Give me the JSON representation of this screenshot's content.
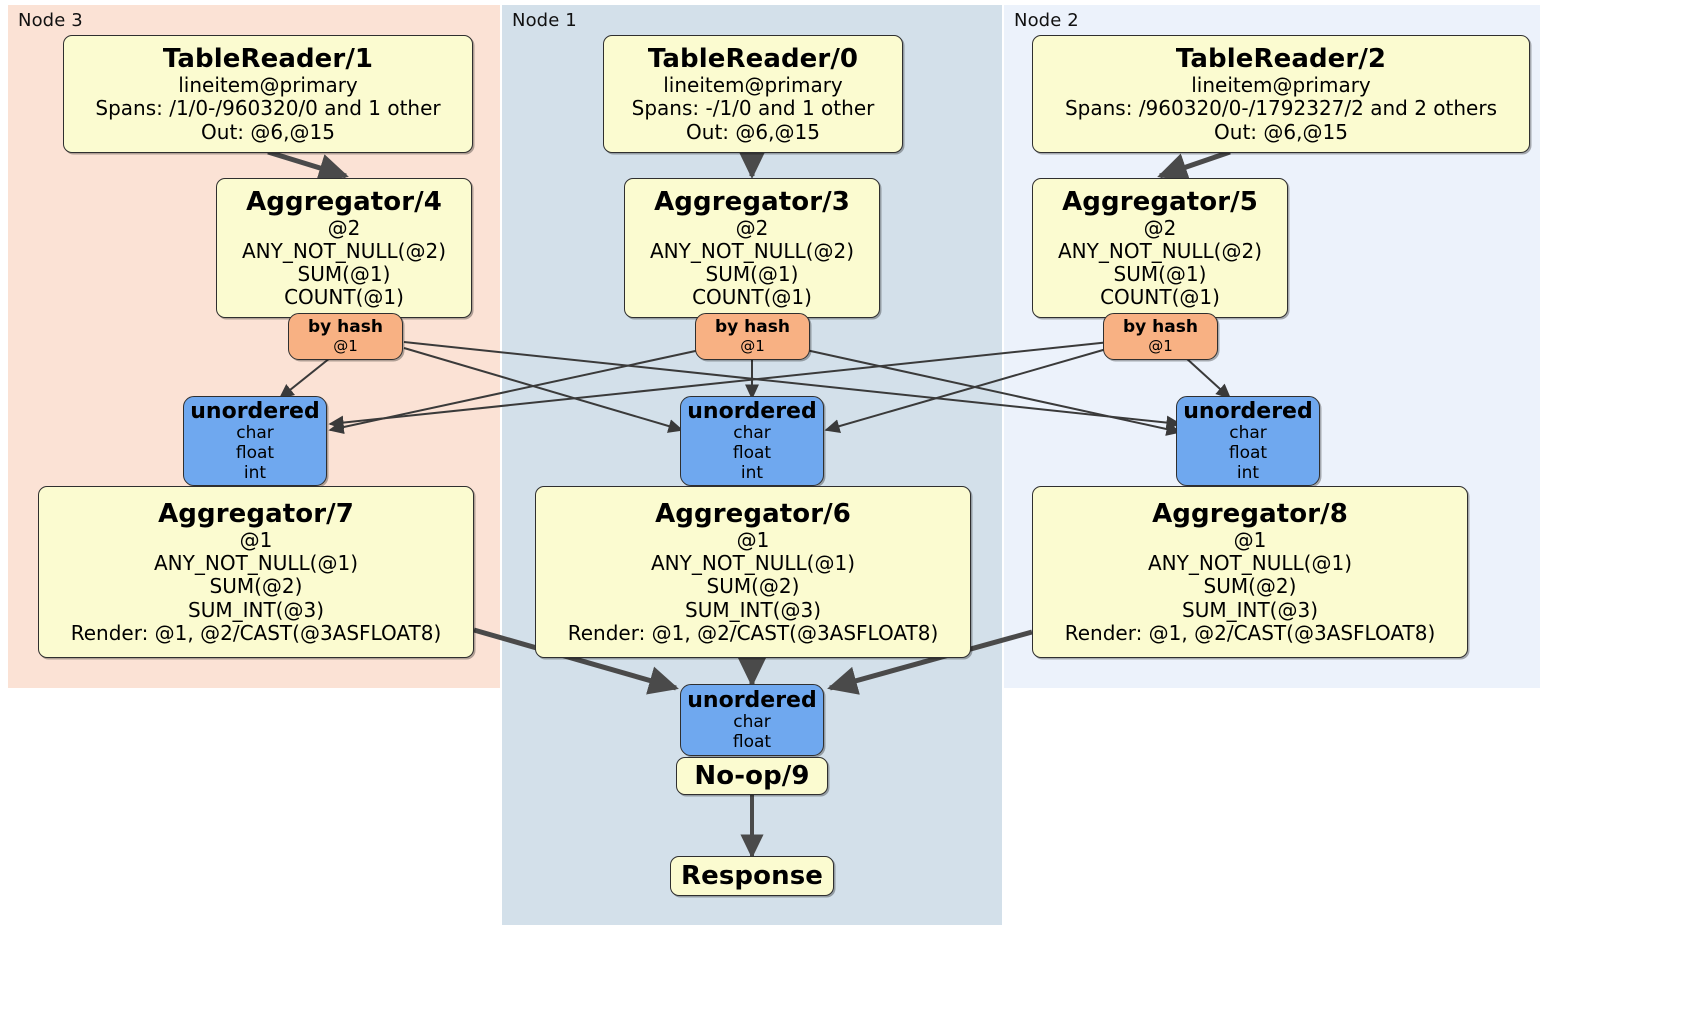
{
  "diagram": {
    "type": "distributed-query-execution-plan",
    "nodes": [
      {
        "id": "node3",
        "label": "Node 3",
        "accent": "#fbe2d5"
      },
      {
        "id": "node1",
        "label": "Node 1",
        "accent": "#d3e0ea"
      },
      {
        "id": "node2",
        "label": "Node 2",
        "accent": "#ecf2fb"
      }
    ],
    "processors": {
      "tablereader_1": {
        "title": "TableReader/1",
        "lines": [
          "lineitem@primary",
          "Spans: /1/0-/960320/0 and 1 other",
          "Out: @6,@15"
        ]
      },
      "tablereader_0": {
        "title": "TableReader/0",
        "lines": [
          "lineitem@primary",
          "Spans: -/1/0 and 1 other",
          "Out: @6,@15"
        ]
      },
      "tablereader_2": {
        "title": "TableReader/2",
        "lines": [
          "lineitem@primary",
          "Spans: /960320/0-/1792327/2 and 2 others",
          "Out: @6,@15"
        ]
      },
      "aggregator_4": {
        "title": "Aggregator/4",
        "lines": [
          "@2",
          "ANY_NOT_NULL(@2)",
          "SUM(@1)",
          "COUNT(@1)"
        ]
      },
      "aggregator_3": {
        "title": "Aggregator/3",
        "lines": [
          "@2",
          "ANY_NOT_NULL(@2)",
          "SUM(@1)",
          "COUNT(@1)"
        ]
      },
      "aggregator_5": {
        "title": "Aggregator/5",
        "lines": [
          "@2",
          "ANY_NOT_NULL(@2)",
          "SUM(@1)",
          "COUNT(@1)"
        ]
      },
      "aggregator_7": {
        "title": "Aggregator/7",
        "lines": [
          "@1",
          "ANY_NOT_NULL(@1)",
          "SUM(@2)",
          "SUM_INT(@3)",
          "Render: @1, @2/CAST(@3ASFLOAT8)"
        ]
      },
      "aggregator_6": {
        "title": "Aggregator/6",
        "lines": [
          "@1",
          "ANY_NOT_NULL(@1)",
          "SUM(@2)",
          "SUM_INT(@3)",
          "Render: @1, @2/CAST(@3ASFLOAT8)"
        ]
      },
      "aggregator_8": {
        "title": "Aggregator/8",
        "lines": [
          "@1",
          "ANY_NOT_NULL(@1)",
          "SUM(@2)",
          "SUM_INT(@3)",
          "Render: @1, @2/CAST(@3ASFLOAT8)"
        ]
      },
      "noop_9": {
        "title": "No-op/9"
      },
      "response": {
        "title": "Response"
      }
    },
    "routers": {
      "by_hash_left": {
        "title": "by hash",
        "detail": "@1"
      },
      "by_hash_center": {
        "title": "by hash",
        "detail": "@1"
      },
      "by_hash_right": {
        "title": "by hash",
        "detail": "@1"
      }
    },
    "collectors": {
      "unordered_left": {
        "title": "unordered",
        "types": [
          "char",
          "float",
          "int"
        ]
      },
      "unordered_center": {
        "title": "unordered",
        "types": [
          "char",
          "float",
          "int"
        ]
      },
      "unordered_right": {
        "title": "unordered",
        "types": [
          "char",
          "float",
          "int"
        ]
      },
      "unordered_final": {
        "title": "unordered",
        "types": [
          "char",
          "float"
        ]
      }
    },
    "colors": {
      "processor_fill": "#fbfbd0",
      "router_fill": "#f8b183",
      "collector_fill": "#6fa8ef",
      "stroke": "#2f2f2f",
      "edge": "#4a4a4a"
    }
  }
}
